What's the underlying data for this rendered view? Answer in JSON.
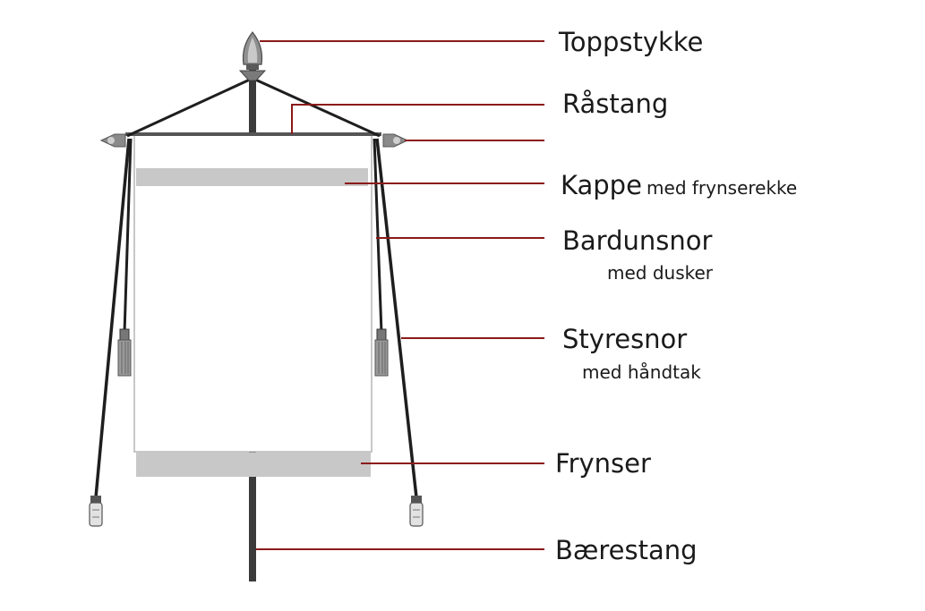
{
  "colors": {
    "leader_line": "#8b1a1a",
    "pole": "#3a3a3a",
    "cord": "#1e1e1e",
    "fringe_band": "#c8c8c8",
    "banner_edge": "#b0b0b0",
    "text": "#1a1a1a"
  },
  "labels": {
    "toppstykke": "Toppstykke",
    "rastang": "Råstang",
    "kappe": "Kappe",
    "kappe_sub": "med frynserekke",
    "bardunsnor": "Bardunsnor",
    "bardunsnor_sub": "med dusker",
    "styresnor": "Styresnor",
    "styresnor_sub": "med håndtak",
    "frynser": "Frynser",
    "baerestang": "Bærestang"
  }
}
